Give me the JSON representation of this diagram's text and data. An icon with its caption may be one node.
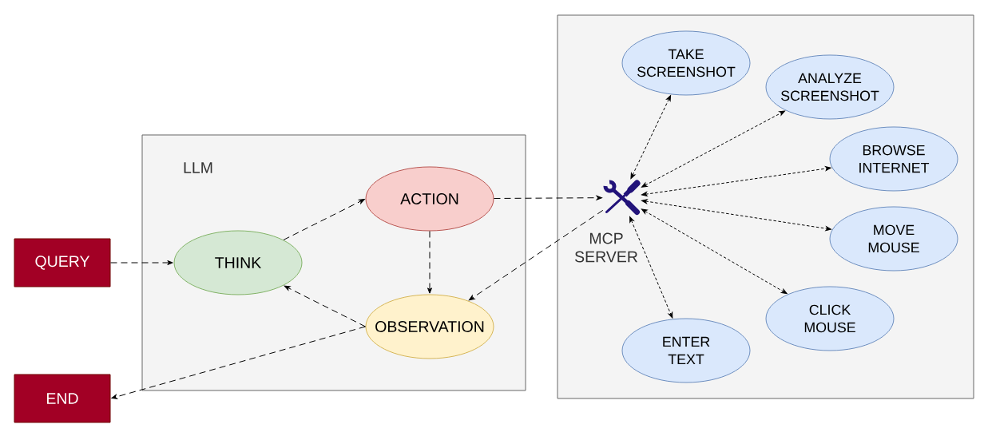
{
  "diagram": {
    "nodes": [
      {
        "text": [
          "QUERY"
        ]
      },
      {
        "text": [
          "LLM"
        ]
      },
      {
        "text": [
          "THINK"
        ],
        "in": 1
      },
      {
        "text": [
          "ACTION"
        ],
        "in": 1
      },
      {
        "text": [
          "OBSERVATION"
        ],
        "in": 1
      },
      {
        "text": [
          "END"
        ]
      },
      {
        "text": [],
        "shape": "box"
      },
      {
        "text": [],
        "shape": "picture",
        "beside": [
          "MCP SERVER"
        ],
        "in": 6
      },
      {
        "text": [
          "TAKE SCREENSHOT"
        ],
        "in": 6
      },
      {
        "text": [
          "ANALYZE SCREENSHOT"
        ],
        "in": 6
      },
      {
        "text": [
          "BROWSE INTERNET"
        ],
        "in": 6
      },
      {
        "text": [
          "MOVE MOUSE"
        ],
        "in": 6
      },
      {
        "text": [
          "CLICK MOUSE"
        ],
        "in": 6
      },
      {
        "text": [
          "ENTER TEXT"
        ],
        "in": 6
      }
    ],
    "edges": [
      {
        "from": 0,
        "to": 2,
        "arrow": "to",
        "style": "dashed"
      },
      {
        "from": 2,
        "to": 3,
        "arrow": "to",
        "style": "dashed"
      },
      {
        "from": 3,
        "to": 4,
        "arrow": "to",
        "style": "dashed"
      },
      {
        "from": 4,
        "to": 2,
        "arrow": "to",
        "style": "dashed"
      },
      {
        "from": 4,
        "to": 5,
        "arrow": "to",
        "style": "dashed"
      },
      {
        "from": 3,
        "to": 7,
        "arrow": "to",
        "style": "dashed"
      },
      {
        "from": 7,
        "to": 4,
        "arrow": "to",
        "style": "dashed"
      },
      {
        "from": 7,
        "to": 8,
        "arrow": "both",
        "style": "dashed"
      },
      {
        "from": 7,
        "to": 9,
        "arrow": "both",
        "style": "dashed"
      },
      {
        "from": 7,
        "to": 10,
        "arrow": "both",
        "style": "dashed"
      },
      {
        "from": 7,
        "to": 11,
        "arrow": "both",
        "style": "dashed"
      },
      {
        "from": 7,
        "to": 12,
        "arrow": "both",
        "style": "dashed"
      },
      {
        "from": 7,
        "to": 13,
        "arrow": "both",
        "style": "dashed"
      }
    ]
  }
}
